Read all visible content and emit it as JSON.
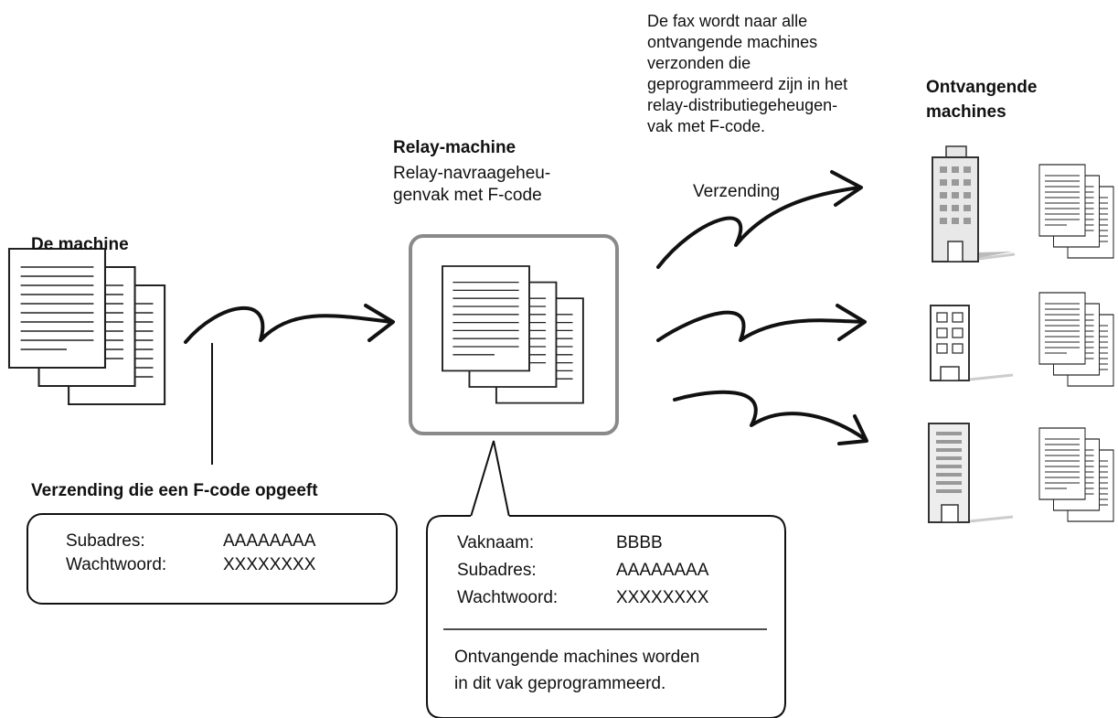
{
  "sender": {
    "title": "De machine"
  },
  "relay": {
    "title": "Relay-machine",
    "subtitle": [
      "Relay-navraageheu-",
      "genvak met F-code"
    ]
  },
  "receivers": {
    "title": [
      "Ontvangende",
      "machines"
    ],
    "note": [
      "De fax wordt naar alle",
      "ontvangende machines",
      "verzonden die",
      "geprogrammeerd zijn in het",
      "relay-distributiegeheugen-",
      "vak met F-code."
    ],
    "transmission_label": "Verzending"
  },
  "sender_callout": {
    "heading": "Verzending die een F-code opgeeft",
    "rows": [
      {
        "label": "Subadres:",
        "value": "AAAAAAAA"
      },
      {
        "label": "Wachtwoord:",
        "value": "XXXXXXXX"
      }
    ]
  },
  "relay_callout": {
    "rows": [
      {
        "label": "Vaknaam:",
        "value": "BBBB"
      },
      {
        "label": "Subadres:",
        "value": "AAAAAAAA"
      },
      {
        "label": "Wachtwoord:",
        "value": "XXXXXXXX"
      }
    ],
    "note": [
      "Ontvangende machines worden",
      "in dit vak geprogrammeerd."
    ]
  }
}
